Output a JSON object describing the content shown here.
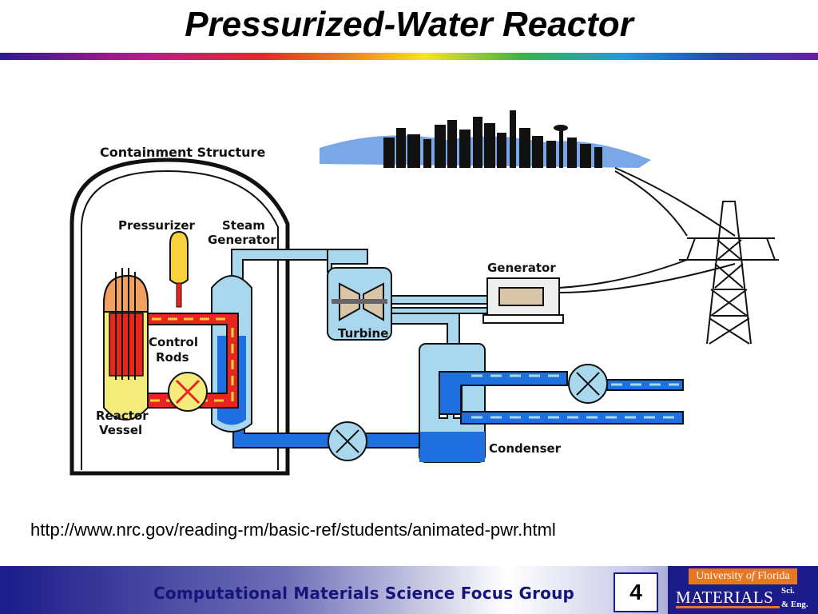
{
  "slide": {
    "title": "Pressurized-Water Reactor",
    "source_url": "http://www.nrc.gov/reading-rm/basic-ref/students/animated-pwr.html",
    "page_number": "4"
  },
  "diagram": {
    "labels": {
      "containment": "Containment Structure",
      "pressurizer": "Pressurizer",
      "steam_gen_1": "Steam",
      "steam_gen_2": "Generator",
      "control_1": "Control",
      "control_2": "Rods",
      "reactor_1": "Reactor",
      "reactor_2": "Vessel",
      "turbine": "Turbine",
      "generator": "Generator",
      "condenser": "Condenser"
    },
    "colors": {
      "hot_loop": "#e8261f",
      "cold_loop": "#1e6fe0",
      "steam": "#a9d8ee",
      "pressurizer": "#f7d23c",
      "reactor": "#f4ec7a"
    }
  },
  "footer": {
    "group": "Computational Materials Science Focus Group",
    "university_prefix": "University",
    "university_of": "of",
    "university_name": "Florida",
    "materials": "MATERIALS",
    "sci": "Sci.",
    "eng": "& Eng."
  }
}
